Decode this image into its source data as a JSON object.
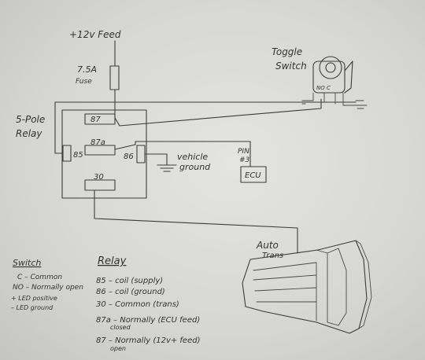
{
  "labels": {
    "feed": "+12v Feed",
    "fuse_rating": "7.5A",
    "fuse_word": "Fuse",
    "relay_title_1": "5-Pole",
    "relay_title_2": "Relay",
    "toggle_1": "Toggle",
    "toggle_2": "Switch",
    "toggle_pins": "NO C",
    "pin_87": "87",
    "pin_87a": "87a",
    "pin_85": "85",
    "pin_86": "86",
    "pin_30": "30",
    "vehicle_1": "vehicle",
    "vehicle_2": "ground",
    "pin_label_1": "PIN",
    "pin_label_2": "#3",
    "ecu": "ECU",
    "auto_1": "Auto",
    "auto_2": "Trans"
  },
  "legend_switch": {
    "title": "Switch",
    "lines": [
      "C – Common",
      "NO – Normally open",
      "+ LED positive",
      "– LED ground"
    ]
  },
  "legend_relay": {
    "title": "Relay",
    "lines": [
      "85 – coil (supply)",
      "86 – coil (ground)",
      "30 – Common (trans)",
      "87a – Normally (ECU feed)",
      "closed",
      "87 – Normally (12v+ feed)",
      "open"
    ]
  }
}
